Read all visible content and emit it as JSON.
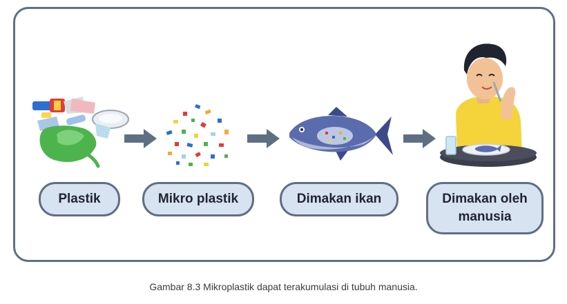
{
  "steps": [
    {
      "label": "Plastik",
      "icon": "plastic-waste-icon"
    },
    {
      "label": "Mikro plastik",
      "icon": "microplastic-icon"
    },
    {
      "label": "Dimakan ikan",
      "icon": "fish-icon"
    },
    {
      "label": "Dimakan oleh\nmanusia",
      "icon": "person-eating-icon"
    }
  ],
  "caption": "Gambar 8.3 Mikroplastik dapat terakumulasi di tubuh manusia.",
  "colors": {
    "frame": "#5f6f83",
    "pill_fill": "#d7e3f0",
    "arrow": "#5f6f83"
  }
}
